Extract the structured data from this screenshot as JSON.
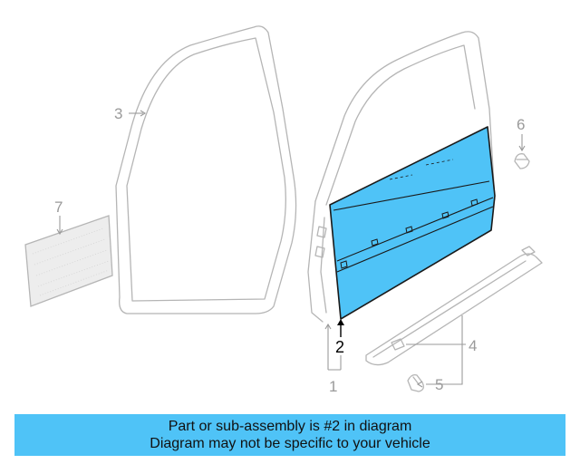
{
  "callouts": {
    "c1": "1",
    "c2": "2",
    "c3": "3",
    "c4": "4",
    "c5": "5",
    "c6": "6",
    "c7": "7"
  },
  "highlight_color": "#4fc3f7",
  "caption": {
    "line1": "Part or sub-assembly is #2 in diagram",
    "line2": "Diagram may not be specific to your vehicle"
  }
}
